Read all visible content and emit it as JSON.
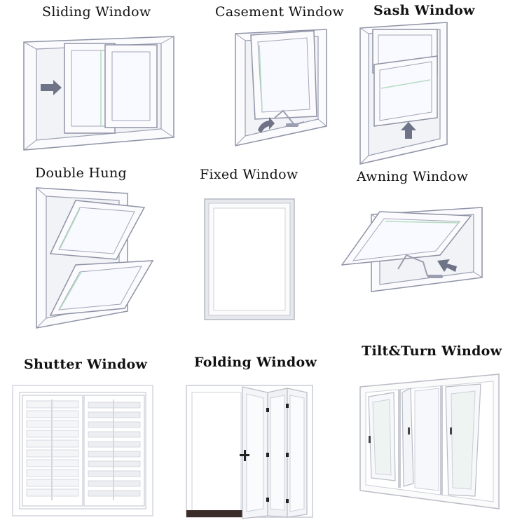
{
  "titles": {
    "sliding": "Sliding Window",
    "casement": "Casement Window",
    "sash": "Sash Window",
    "double_hung": "Double Hung",
    "fixed": "Fixed Window",
    "awning": "Awning Window",
    "shutter": "Shutter  Window",
    "folding": "Folding Window",
    "tilt_turn": "Tilt&Turn Window"
  },
  "colors": {
    "frame_stroke": "#8f93a6",
    "arrow": "#6f7387",
    "glass_tint": "#b7dcc2"
  }
}
